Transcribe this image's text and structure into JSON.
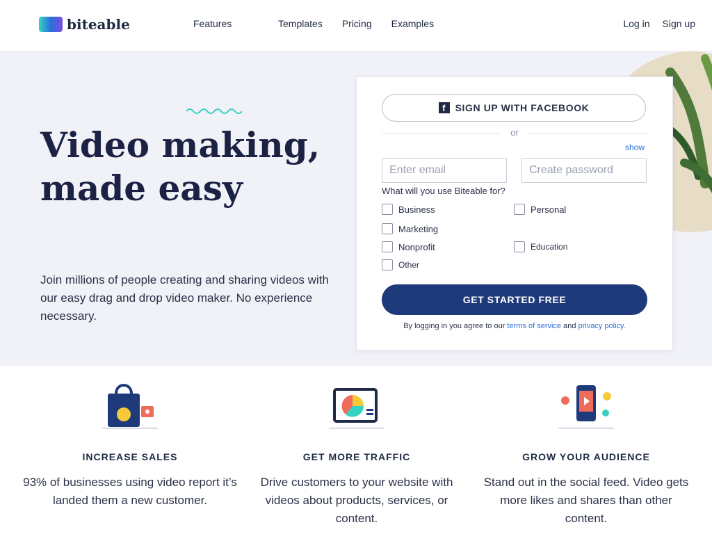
{
  "nav": {
    "logo_text": "biteable",
    "text_item": "Features",
    "links": [
      "Templates",
      "Pricing",
      "Examples"
    ],
    "right_links": [
      "Log in",
      "Sign up"
    ]
  },
  "hero": {
    "title": "Video making, made easy",
    "description": "Join millions of people creating and sharing videos with our easy drag and drop video maker. No experience necessary."
  },
  "signup": {
    "facebook_label": "SIGN UP WITH FACEBOOK",
    "or_label": "or",
    "show_label": "show",
    "email_placeholder": "Enter email",
    "password_placeholder": "Create password",
    "question": "What will you use Biteable for?",
    "options": {
      "business": "Business",
      "personal": "Personal",
      "marketing": "Marketing",
      "education": "Education",
      "nonprofit": "Nonprofit",
      "other": "Other"
    },
    "cta_label": "GET STARTED FREE",
    "terms_prefix": "By logging in you agree to our ",
    "terms_link": "terms of service",
    "terms_mid": " and ",
    "privacy_link": "privacy policy."
  },
  "features": [
    {
      "heading": "INCREASE SALES",
      "text": "93% of businesses using video report it’s landed them a new customer."
    },
    {
      "heading": "GET MORE TRAFFIC",
      "text": "Drive customers to your website with videos about products, services, or content."
    },
    {
      "heading": "GROW YOUR AUDIENCE",
      "text": "Stand out in the social feed. Video gets more likes and shares than other content."
    }
  ],
  "colors": {
    "navy": "#1c2244",
    "cta": "#1f3a7a",
    "hero_bg": "#f1f1f8",
    "accent_teal": "#37d1c3"
  }
}
